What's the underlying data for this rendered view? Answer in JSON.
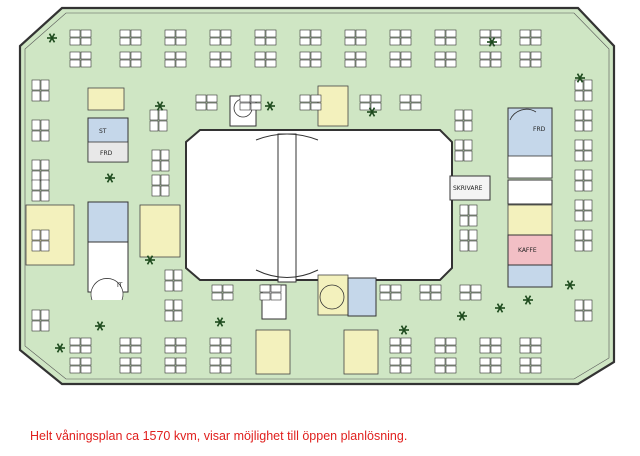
{
  "floor_plan": {
    "room_labels": {
      "st": "ST",
      "frd_left": "FRD",
      "it": "IT",
      "frd_right": "FRD",
      "skrivare": "SKRIVARE",
      "kaffe": "KAFFE"
    }
  },
  "caption": "Helt våningsplan ca 1570 kvm, visar möjlighet till öppen planlösning.",
  "colors": {
    "floor_green": "#cfe6c4",
    "room_yellow": "#f3f1bd",
    "room_blue": "#c5d7ea",
    "room_pink": "#f2bfc5",
    "caption_red": "#e0201e"
  }
}
